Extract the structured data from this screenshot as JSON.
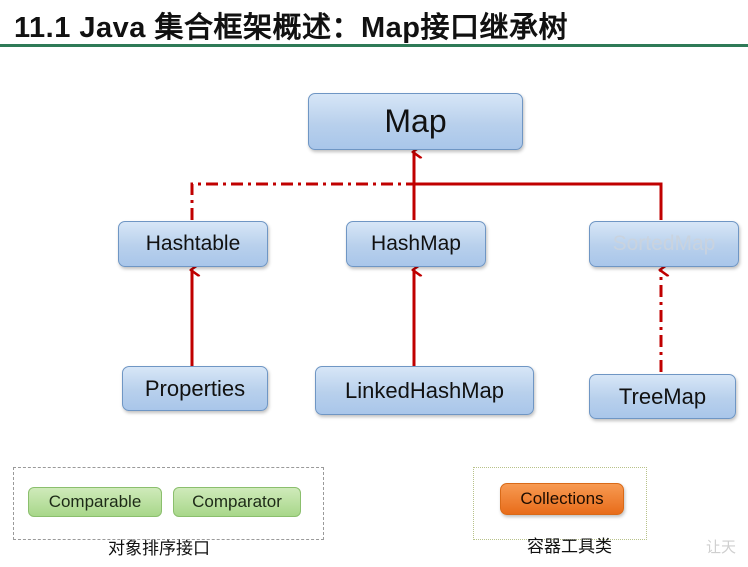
{
  "title": "11.1 Java 集合框架概述：Map接口继承树",
  "nodes": {
    "map": "Map",
    "hashtable": "Hashtable",
    "hashmap": "HashMap",
    "sortedmap": "SortedMap",
    "properties": "Properties",
    "linkedhashmap": "LinkedHashMap",
    "treemap": "TreeMap"
  },
  "sort_interfaces": {
    "comparable": "Comparable",
    "comparator": "Comparator",
    "caption": "对象排序接口"
  },
  "utility": {
    "collections": "Collections",
    "caption": "容器工具类"
  },
  "watermark": "让天",
  "colors": {
    "node_fill": "#b8d0ec",
    "connector": "#c00000",
    "title_rule": "#2f7a57",
    "green_pill": "#a8d78a",
    "orange_pill": "#e86c1a"
  }
}
